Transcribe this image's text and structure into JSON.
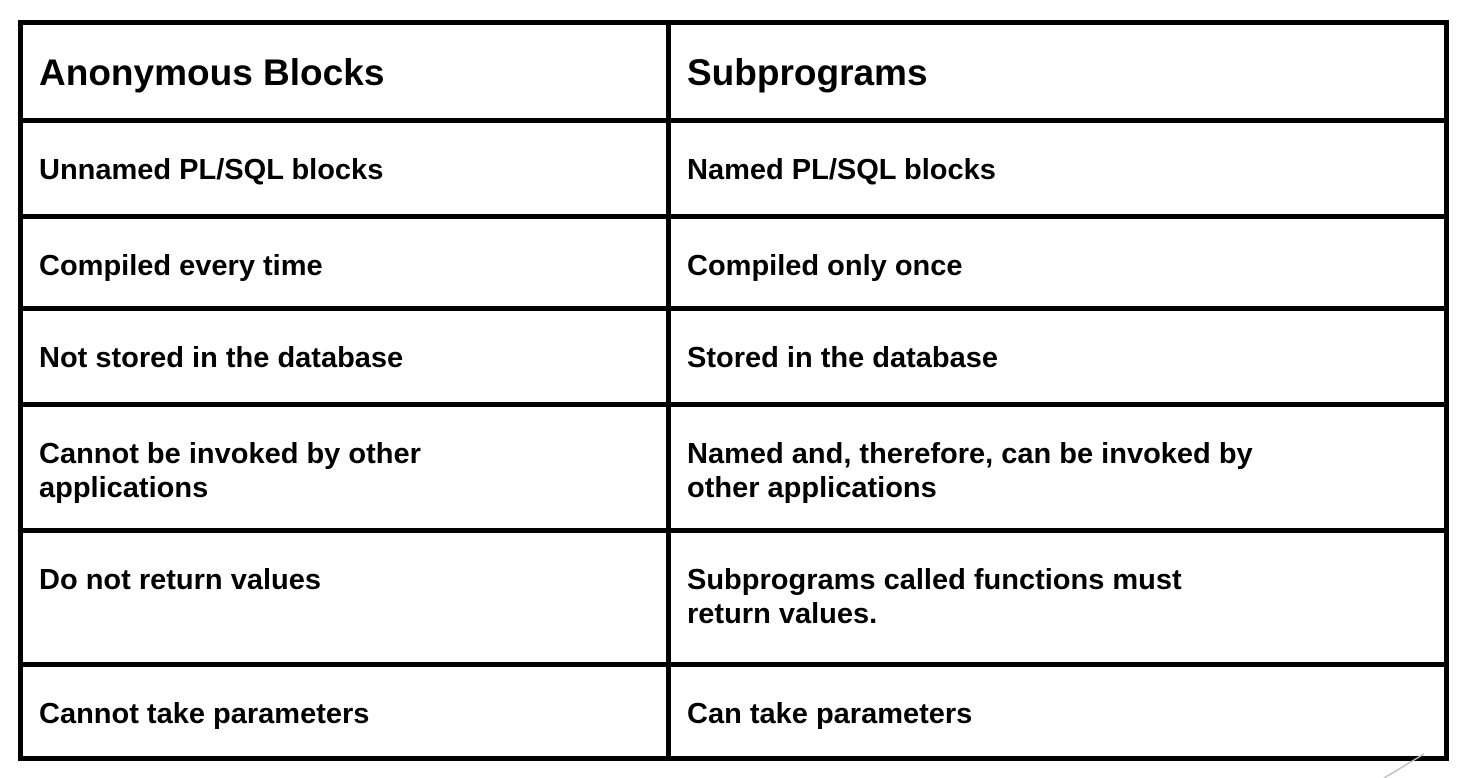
{
  "table": {
    "headers": [
      "Anonymous Blocks",
      "Subprograms"
    ],
    "rows": [
      [
        "Unnamed PL/SQL blocks",
        "Named PL/SQL blocks"
      ],
      [
        "Compiled every time",
        "Compiled only once"
      ],
      [
        "Not stored in the database",
        "Stored in the database"
      ],
      [
        "Cannot be invoked by other\napplications",
        "Named and, therefore, can be invoked by\nother applications"
      ],
      [
        "Do not return values",
        "Subprograms called functions must\nreturn values."
      ],
      [
        "Cannot take parameters",
        "Can take parameters"
      ]
    ]
  },
  "colors": {
    "border": "#000000",
    "text": "#000000",
    "background": "#ffffff",
    "corner_line": "#bfbfbf"
  }
}
